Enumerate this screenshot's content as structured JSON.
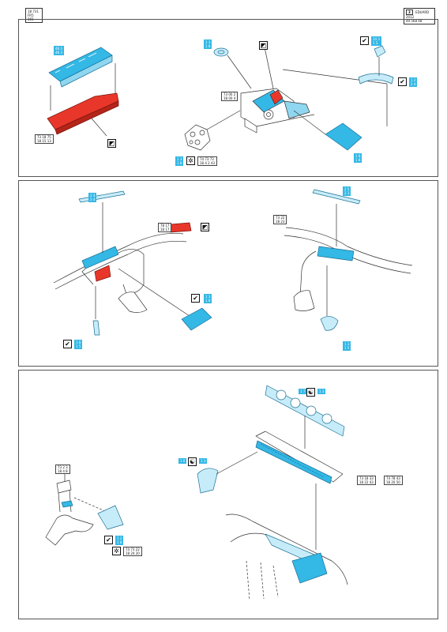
{
  "header": {
    "left_code_line1": "18 731",
    "left_code_line2": "FR5 865",
    "page_number": "3",
    "right_code_line1": "EDUARD 2012",
    "right_code_line2": "49 568 48"
  },
  "panel1": {
    "tag_sheet": "48 3\n48 3",
    "code_red": "73 18 75\n18 15 13",
    "tag_disc": "1 3\n1 8",
    "code_mid": "73 00 2\n18 00 4",
    "tag_right_top": "14 3\n1 3",
    "tag_right_mid": "1 2\n2 4",
    "tag_bottom_right": "1 8\n1 8",
    "tag_bottom_left": "1 3\n1 8",
    "code_bottom": "74 73 73\n18 4 2 43"
  },
  "panel2": {
    "tag_strip_left": "2 4\n2 4",
    "code_red": "78 17\n18 17",
    "tag_panel_right": "1 3\n1 8",
    "tag_bracket": "1 8\n1 5",
    "tag_strip_right": "2 5\n2 3",
    "code_right": "73 22\n18 23",
    "tag_ring": "1 3\n1 5"
  },
  "panel3": {
    "tag_top_a": "1 7",
    "tag_top_b": "1 3",
    "tag_left_a": "1 6",
    "tag_left_b": "1 3",
    "code_stand": "73 2 3\n18 4 8",
    "code_right_a": "73 18 33\n18 22 43",
    "code_right_b": "74 78 43\n18 20 50",
    "tag_arrow": "1 2\n1 8",
    "code_bottom": "74 73 22\n18 24 20"
  },
  "symbols": {
    "check": "✔",
    "diagonal": "◩",
    "yin_yang": "☯",
    "gear": "✲"
  },
  "colors": {
    "photo_etch_blue": "#34b8e6",
    "resin_red": "#e8372a",
    "line": "#333333"
  }
}
